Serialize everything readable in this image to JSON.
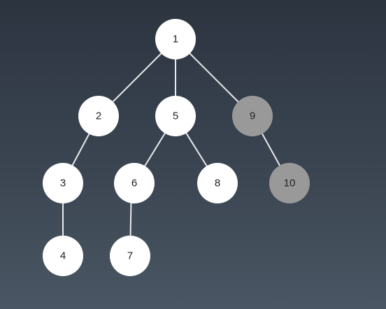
{
  "tree": {
    "colors": {
      "node_default": "#ffffff",
      "node_highlighted": "#999999",
      "edge": "#e8eaee",
      "label": "#222222"
    },
    "nodes": [
      {
        "id": "n1",
        "label": "1",
        "highlighted": false
      },
      {
        "id": "n2",
        "label": "2",
        "highlighted": false
      },
      {
        "id": "n5",
        "label": "5",
        "highlighted": false
      },
      {
        "id": "n9",
        "label": "9",
        "highlighted": true
      },
      {
        "id": "n3",
        "label": "3",
        "highlighted": false
      },
      {
        "id": "n6",
        "label": "6",
        "highlighted": false
      },
      {
        "id": "n8",
        "label": "8",
        "highlighted": false
      },
      {
        "id": "n10",
        "label": "10",
        "highlighted": true
      },
      {
        "id": "n4",
        "label": "4",
        "highlighted": false
      },
      {
        "id": "n7",
        "label": "7",
        "highlighted": false
      }
    ],
    "edges": [
      {
        "from": "n1",
        "to": "n2"
      },
      {
        "from": "n1",
        "to": "n5"
      },
      {
        "from": "n1",
        "to": "n9"
      },
      {
        "from": "n2",
        "to": "n3"
      },
      {
        "from": "n5",
        "to": "n6"
      },
      {
        "from": "n5",
        "to": "n8"
      },
      {
        "from": "n9",
        "to": "n10"
      },
      {
        "from": "n3",
        "to": "n4"
      },
      {
        "from": "n6",
        "to": "n7"
      }
    ]
  }
}
